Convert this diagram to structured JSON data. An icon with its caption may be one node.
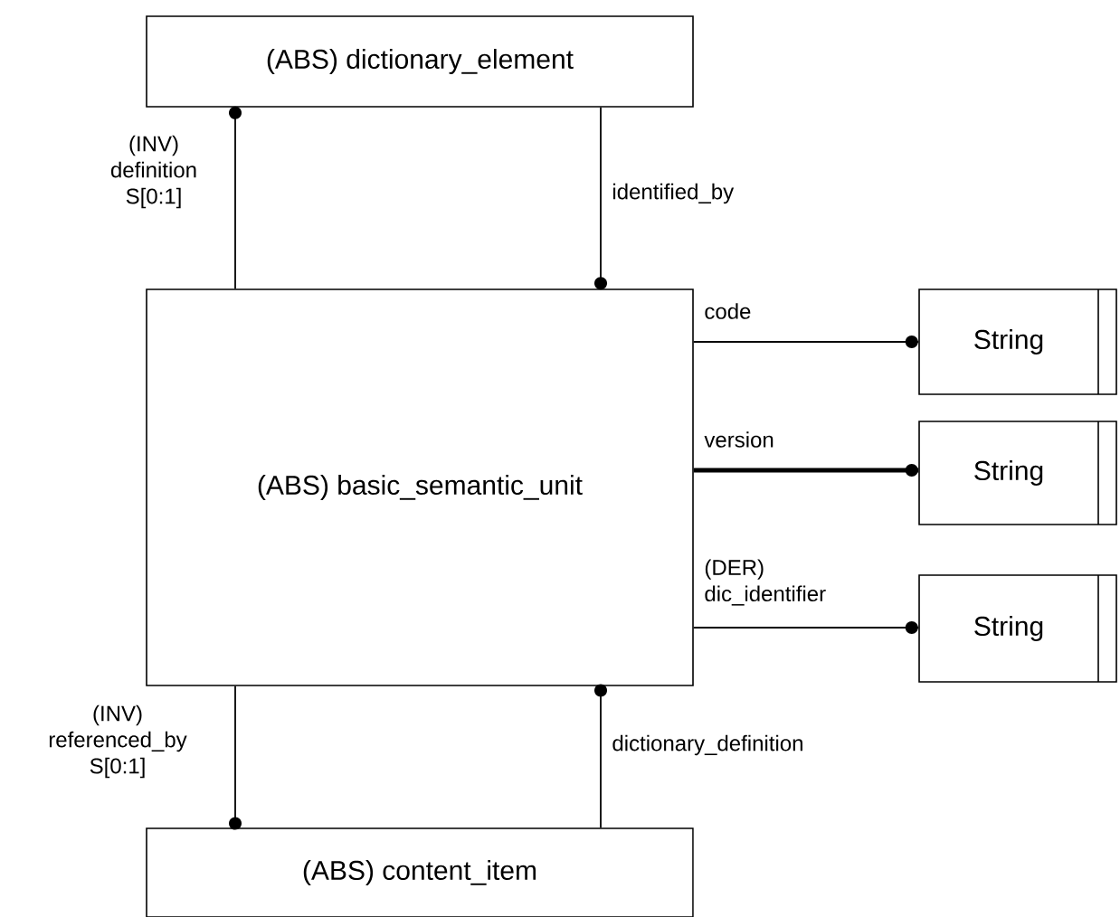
{
  "diagram": {
    "nodes": [
      {
        "text": [
          "(ABS) dictionary_element"
        ]
      },
      {
        "text": [
          "(ABS) basic_semantic_unit"
        ]
      },
      {
        "text": [
          "String"
        ]
      },
      {
        "text": [
          "String"
        ]
      },
      {
        "text": [
          "String"
        ]
      },
      {
        "text": [
          "(ABS) content_item"
        ]
      }
    ],
    "edges": [
      {
        "from": 1,
        "to": 0,
        "arrow": "other",
        "label": "(INV) definition S[0:1]"
      },
      {
        "from": 0,
        "to": 1,
        "arrow": "other",
        "label": "identified_by"
      },
      {
        "from": 1,
        "to": 2,
        "arrow": "other",
        "label": "code"
      },
      {
        "from": 1,
        "to": 3,
        "arrow": "other",
        "label": "version",
        "style": "thick"
      },
      {
        "from": 1,
        "to": 4,
        "arrow": "other",
        "label": "(DER) dic_identifier"
      },
      {
        "from": 1,
        "to": 5,
        "arrow": "other",
        "label": "(INV) referenced_by S[0:1]"
      },
      {
        "from": 5,
        "to": 1,
        "arrow": "other",
        "label": "dictionary_definition"
      }
    ]
  }
}
